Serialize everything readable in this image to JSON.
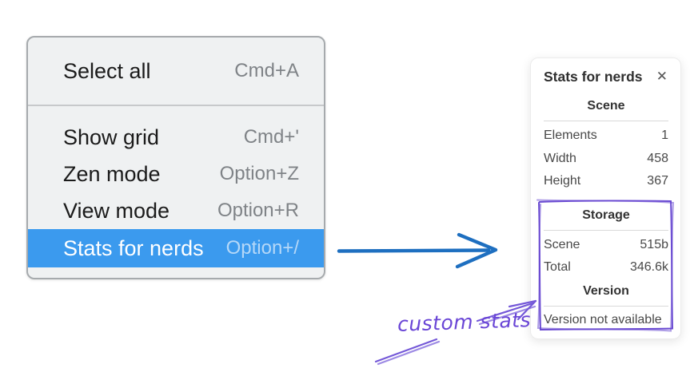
{
  "menu": {
    "items": [
      {
        "label": "Select all",
        "shortcut": "Cmd+A",
        "highlighted": false
      },
      {
        "label": "Show grid",
        "shortcut": "Cmd+'",
        "highlighted": false
      },
      {
        "label": "Zen mode",
        "shortcut": "Option+Z",
        "highlighted": false
      },
      {
        "label": "View mode",
        "shortcut": "Option+R",
        "highlighted": false
      },
      {
        "label": "Stats for nerds",
        "shortcut": "Option+/",
        "highlighted": true
      }
    ],
    "highlight_color": "#3b9aee"
  },
  "panel": {
    "title": "Stats for nerds",
    "close_icon": "✕",
    "sections": [
      {
        "heading": "Scene",
        "rows": [
          {
            "label": "Elements",
            "value": "1"
          },
          {
            "label": "Width",
            "value": "458"
          },
          {
            "label": "Height",
            "value": "367"
          }
        ]
      },
      {
        "heading": "Storage",
        "rows": [
          {
            "label": "Scene",
            "value": "515b"
          },
          {
            "label": "Total",
            "value": "346.6k"
          }
        ]
      },
      {
        "heading": "Version",
        "rows": [],
        "note": "Version not available"
      }
    ]
  },
  "annotation": {
    "text": "custom stats",
    "text_color": "#6a46d6",
    "box_color": "#6a4bd2",
    "arrow_color": "#7458d8"
  },
  "flow_arrow": {
    "color": "#1e6fc0"
  }
}
